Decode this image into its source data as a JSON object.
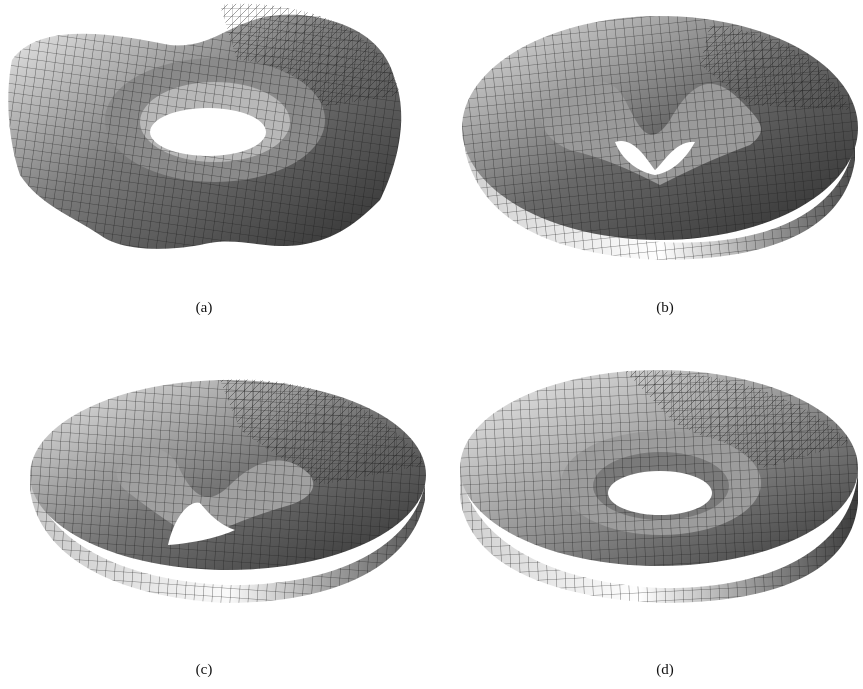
{
  "figure": {
    "panels": [
      {
        "id": "a",
        "caption": "(a)",
        "shape": "wavy-torus"
      },
      {
        "id": "b",
        "caption": "(b)",
        "shape": "saddle-torus"
      },
      {
        "id": "c",
        "caption": "(c)",
        "shape": "saddle-torus-low"
      },
      {
        "id": "d",
        "caption": "(d)",
        "shape": "flat-annulus"
      }
    ],
    "colors": {
      "mesh_line": "#1a1a1a",
      "shade_dark": "#3a3a3a",
      "shade_light": "#f2f2f2",
      "background": "#ffffff"
    }
  }
}
